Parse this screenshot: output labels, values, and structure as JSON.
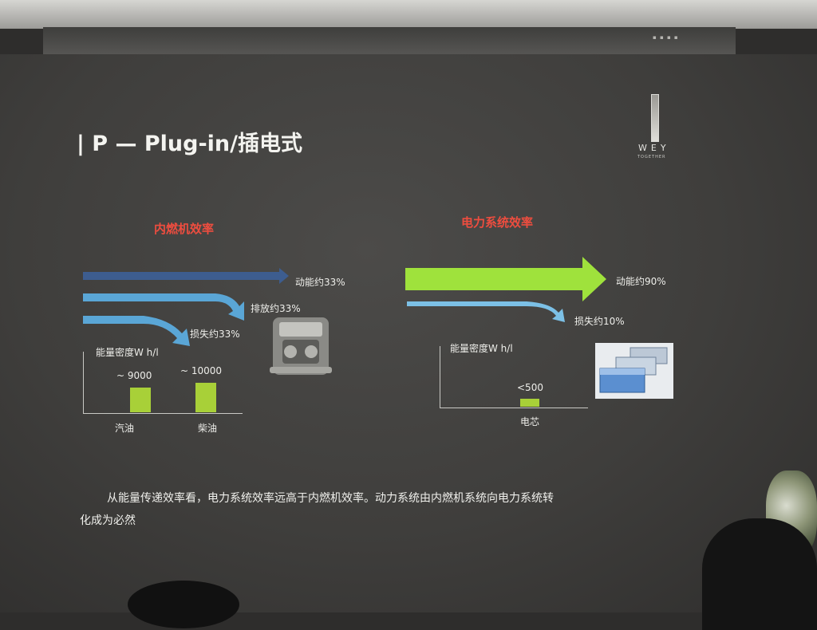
{
  "slide": {
    "title": "| P — Plug-in/插电式",
    "casing_brand": "▪ ▪ ▪ ▪",
    "logo": {
      "text": "WEY",
      "subtext": "TOGETHER"
    },
    "left_panel": {
      "heading": "内燃机效率",
      "arrow_labels": [
        "动能约33%",
        "排放约33%",
        "损失约33%"
      ],
      "chart_axis_label": "能量密度W h/l",
      "bars": [
        {
          "label": "汽油",
          "value_text": "~ 9000",
          "value": 9000
        },
        {
          "label": "柴油",
          "value_text": "~ 10000",
          "value": 10000
        }
      ]
    },
    "right_panel": {
      "heading": "电力系统效率",
      "arrow_labels": [
        "动能约90%",
        "损失约10%"
      ],
      "chart_axis_label": "能量密度W h/l",
      "bars": [
        {
          "label": "电芯",
          "value_text": "<500",
          "value": 500
        }
      ]
    },
    "note_line1": "从能量传递效率看，电力系统效率远高于内燃机效率。动力系统由内燃机系统向电力系统转",
    "note_line2": "化成为必然"
  },
  "colors": {
    "heading_red": "#ee4d3f",
    "bar_green": "#a8d038",
    "arrow_dark_blue": "#3d5d8f",
    "arrow_light_blue": "#5aa6d6",
    "arrow_green": "#9fe23c"
  }
}
